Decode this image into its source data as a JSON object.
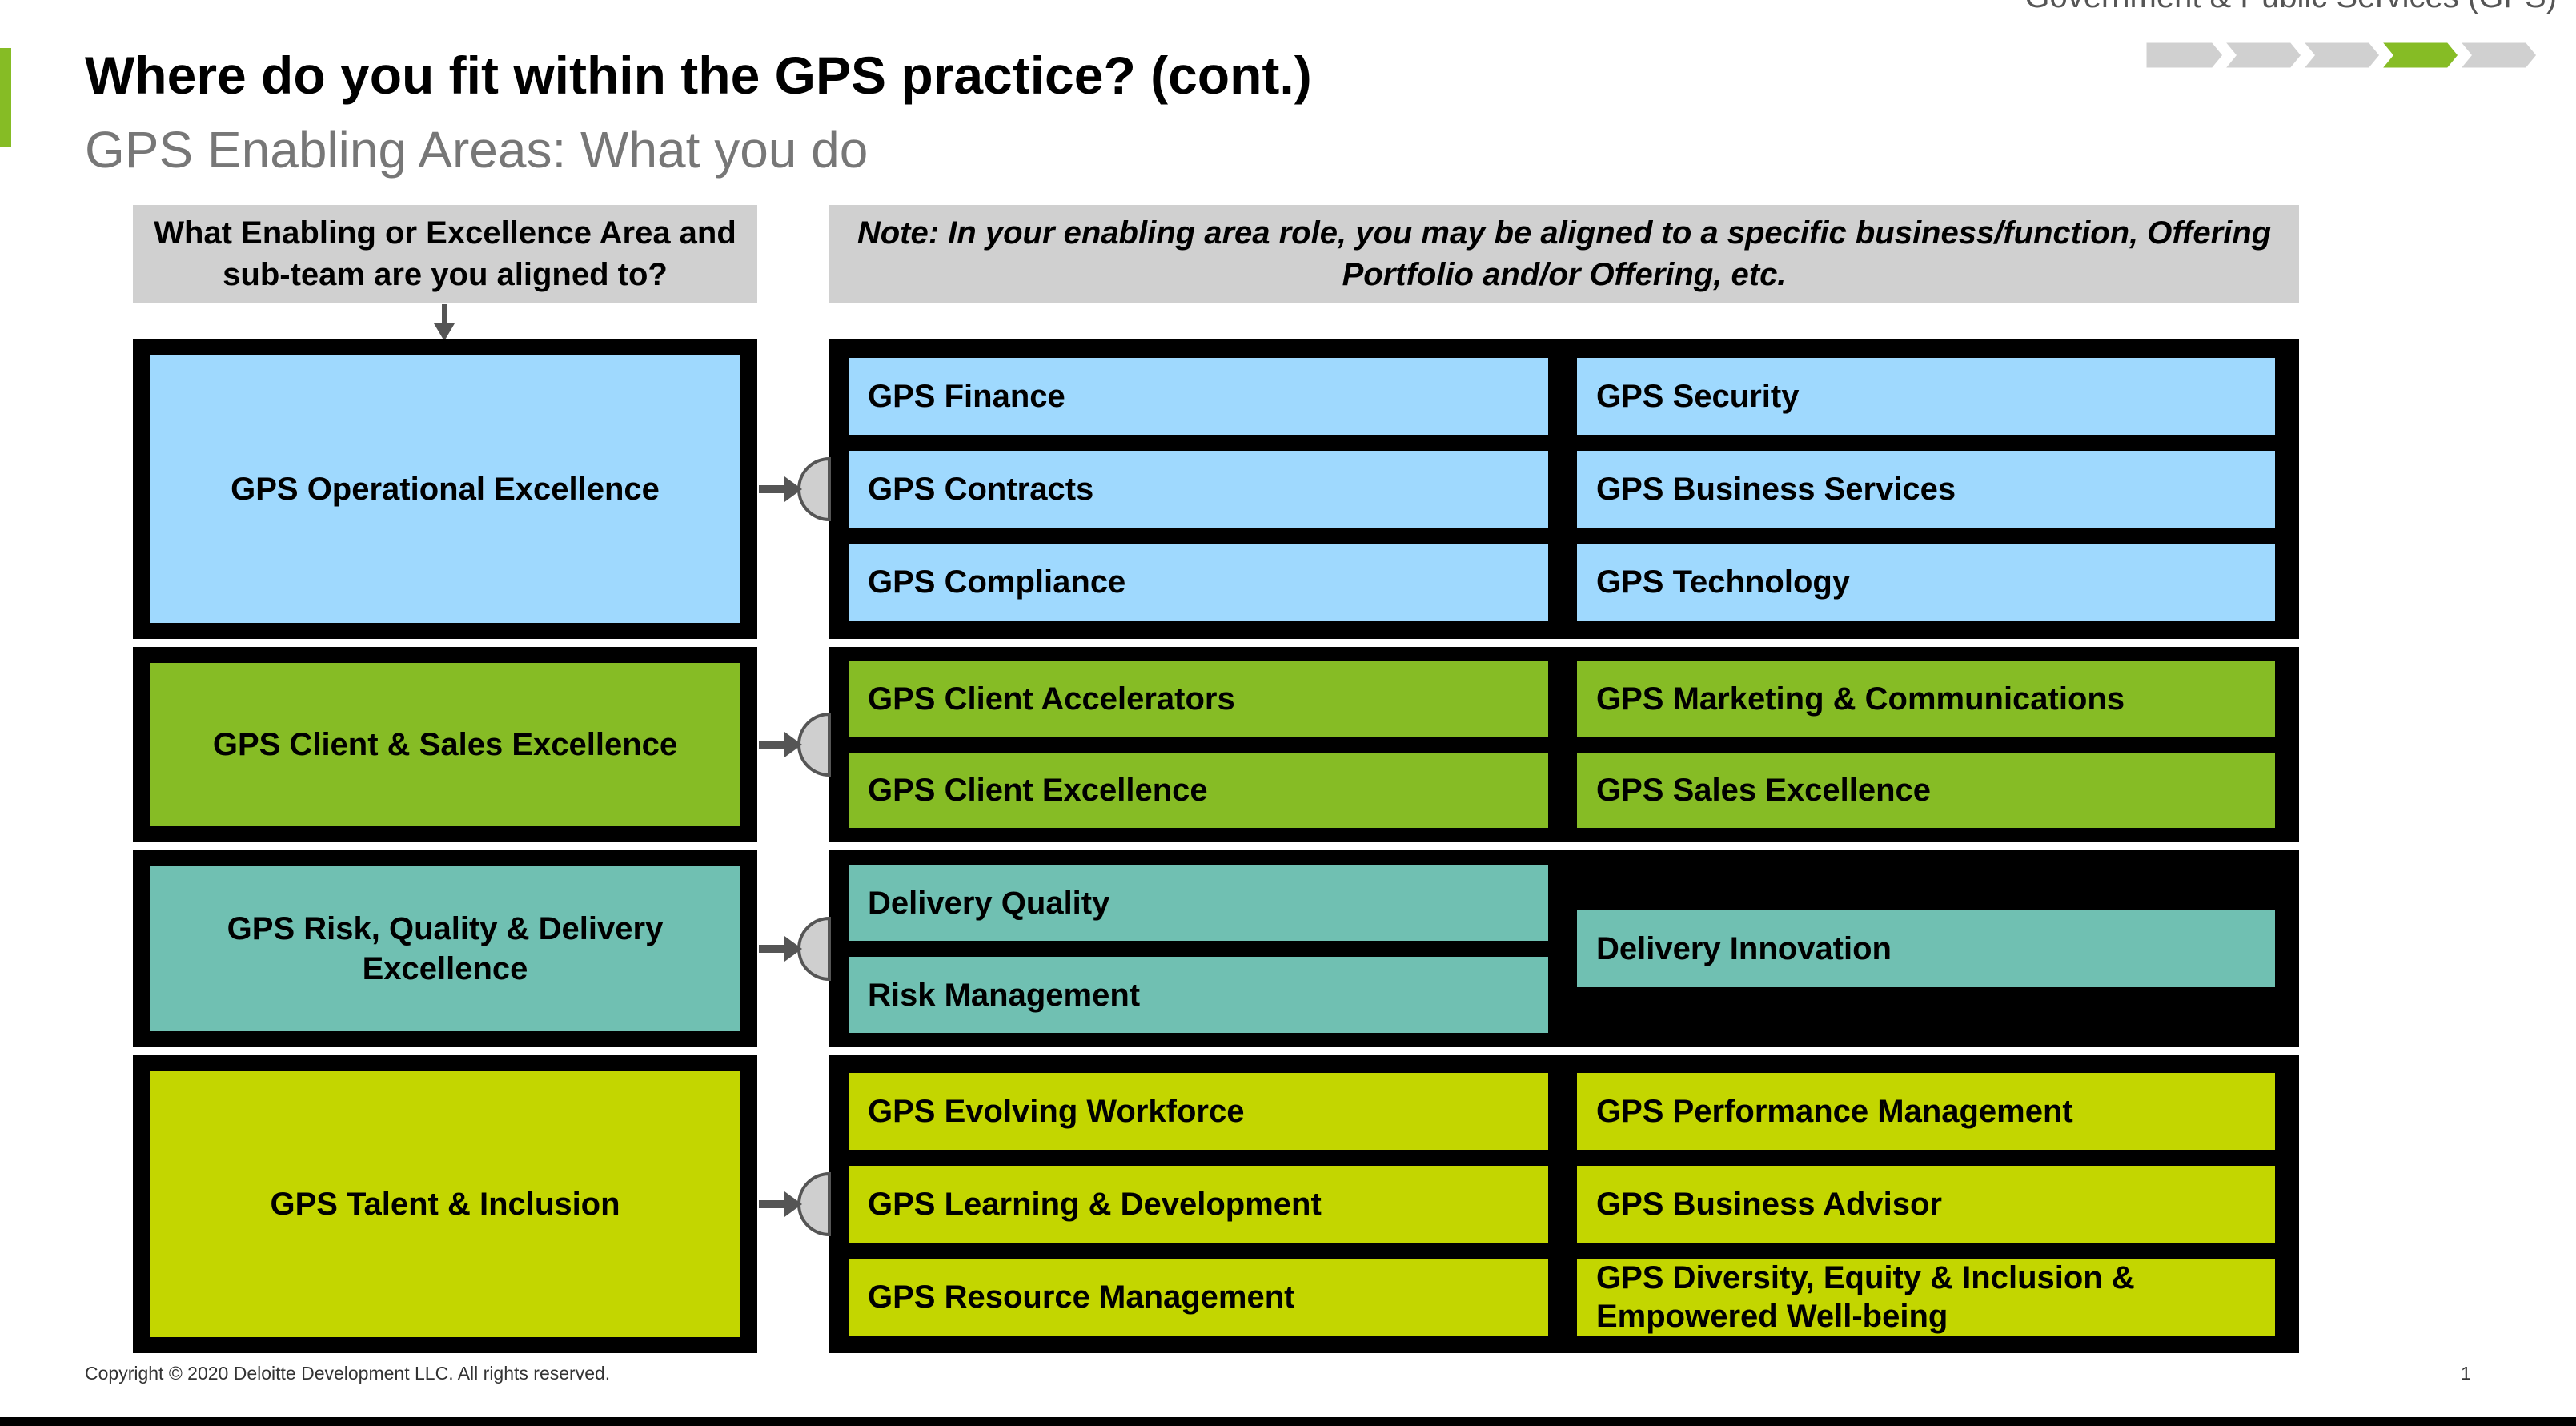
{
  "header_tag": "Government & Public Services (GPS)",
  "title": "Where do you fit within the GPS practice? (cont.)",
  "subtitle": "GPS Enabling Areas: What you do",
  "progress": {
    "steps": 5,
    "active_step": 4
  },
  "left_header": "What Enabling or Excellence Area and sub-team are you aligned to?",
  "right_header": "Note: In your enabling area role, you may be aligned to a specific business/function, Offering Portfolio and/or Offering, etc.",
  "colors": {
    "operational": "#9fd9fe",
    "client_sales": "#86bc25",
    "risk_quality": "#70c0b2",
    "talent": "#c3d600",
    "connector": "#cfcfcf",
    "arrow": "#555555",
    "progress_inactive": "#d0d0d0",
    "progress_active": "#86bc25"
  },
  "groups": [
    {
      "name": "GPS Operational Excellence",
      "color_key": "operational",
      "left_column": [
        "GPS Finance",
        "GPS Contracts",
        "GPS Compliance"
      ],
      "right_column": [
        "GPS Security",
        "GPS Business Services",
        "GPS Technology"
      ]
    },
    {
      "name": "GPS Client & Sales Excellence",
      "color_key": "client_sales",
      "left_column": [
        "GPS Client Accelerators",
        "GPS Client Excellence"
      ],
      "right_column": [
        "GPS Marketing & Communications",
        "GPS Sales Excellence"
      ]
    },
    {
      "name": "GPS Risk, Quality & Delivery Excellence",
      "color_key": "risk_quality",
      "left_column": [
        "Delivery Quality",
        "Risk Management"
      ],
      "right_column": [
        "Delivery Innovation"
      ]
    },
    {
      "name": "GPS Talent & Inclusion",
      "color_key": "talent",
      "left_column": [
        "GPS Evolving Workforce",
        "GPS Learning & Development",
        "GPS Resource Management"
      ],
      "right_column": [
        "GPS Performance Management",
        "GPS Business Advisor",
        "GPS Diversity, Equity & Inclusion & Empowered Well-being"
      ]
    }
  ],
  "footer": "Copyright © 2020 Deloitte Development LLC. All rights reserved.",
  "page_number": "1"
}
